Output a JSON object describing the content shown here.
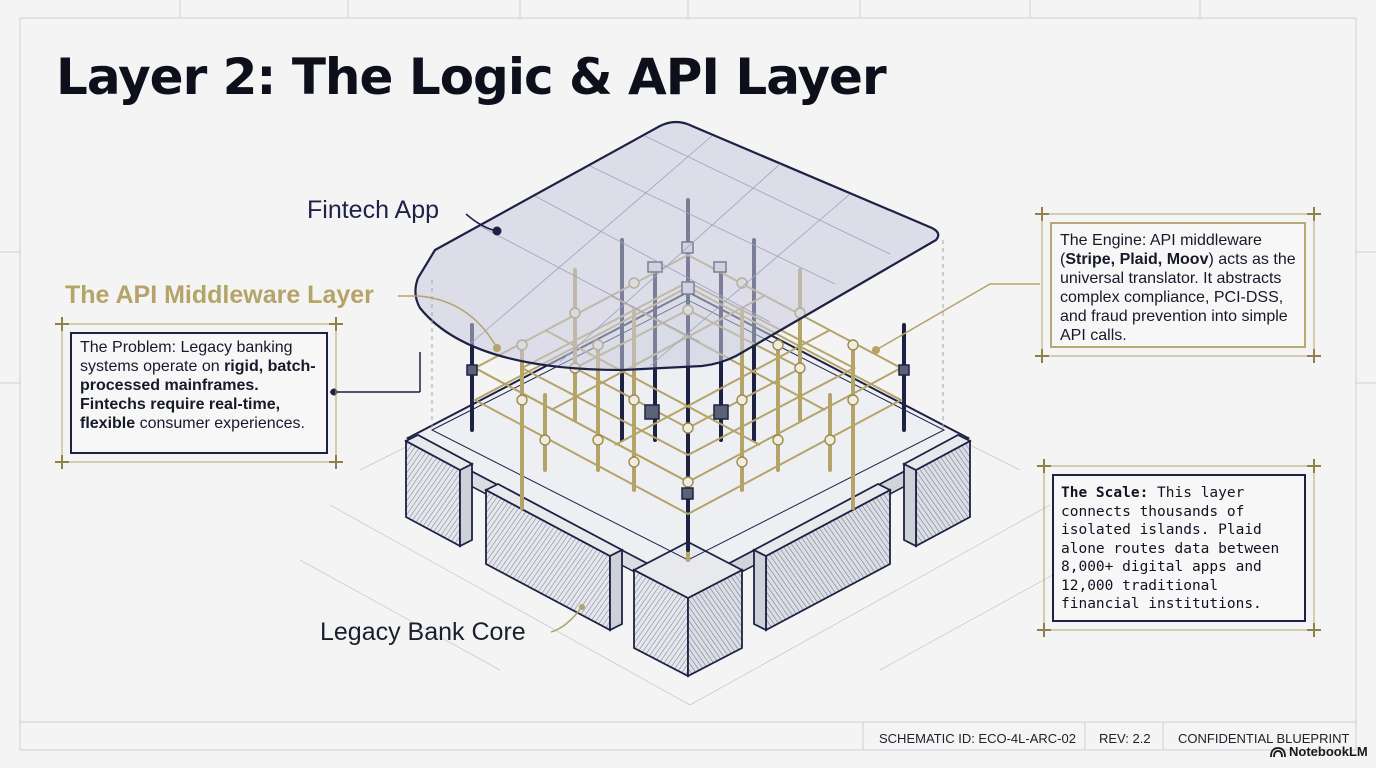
{
  "title": "Layer 2: The Logic & API Layer",
  "labels": {
    "fintech_app": "Fintech App",
    "middleware": "The API Middleware Layer",
    "legacy_core": "Legacy Bank Core"
  },
  "problem": {
    "lead": "The Problem: Legacy banking systems operate on ",
    "bold": "rigid, batch-processed mainframes. Fintechs require real-time, flexible",
    "tail": " consumer experiences."
  },
  "engine": {
    "lead": "The Engine: API middleware (",
    "bold": "Stripe, Plaid, Moov",
    "tail": ") acts as the universal translator. It abstracts complex compliance, PCI-DSS, and fraud prevention into simple API calls."
  },
  "scale": {
    "bold": "The Scale:",
    "tail": " This layer connects thousands of isolated islands. Plaid alone routes data between 8,000+ digital apps and 12,000 traditional financial institutions."
  },
  "footer": {
    "schematic_id": "SCHEMATIC ID: ECO-4L-ARC-02",
    "rev": "REV: 2.2",
    "classification": "CONFIDENTIAL BLUEPRINT"
  },
  "brand": "NotebookLM",
  "colors": {
    "navy": "#1d2244",
    "gold": "#b5a468",
    "background": "#f4f4f5"
  }
}
